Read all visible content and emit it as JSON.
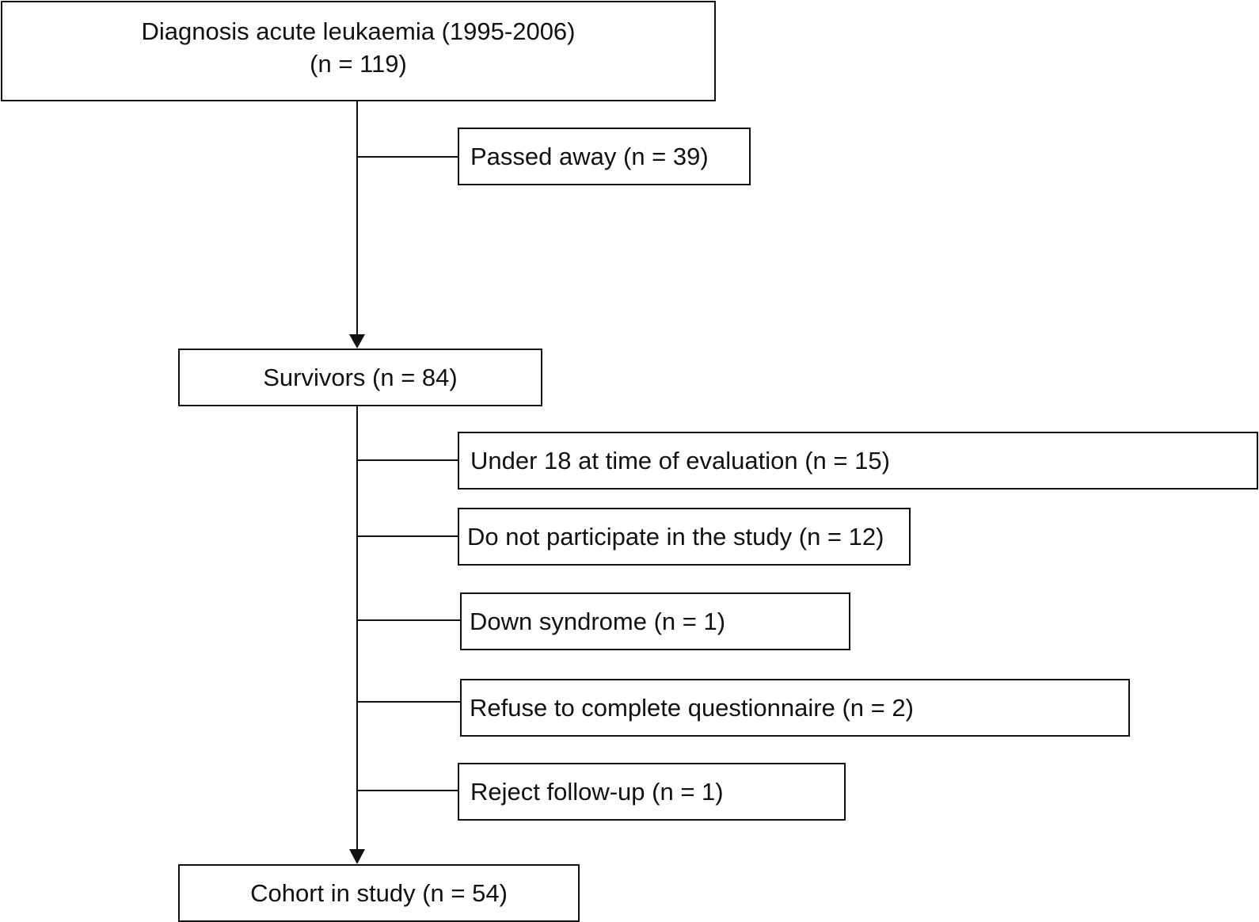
{
  "diagram": {
    "top_box": {
      "line1": "Diagnosis acute leukaemia (1995-2006)",
      "line2": "(n = 119)"
    },
    "passed_away": "Passed away (n = 39)",
    "survivors": "Survivors (n = 84)",
    "exclusions": [
      "Under 18 at time of evaluation (n = 15)",
      "Do not participate in the study (n = 12)",
      "Down syndrome (n = 1)",
      "Refuse to complete questionnaire (n = 2)",
      "Reject follow-up (n = 1)"
    ],
    "cohort": "Cohort in study (n = 54)"
  }
}
